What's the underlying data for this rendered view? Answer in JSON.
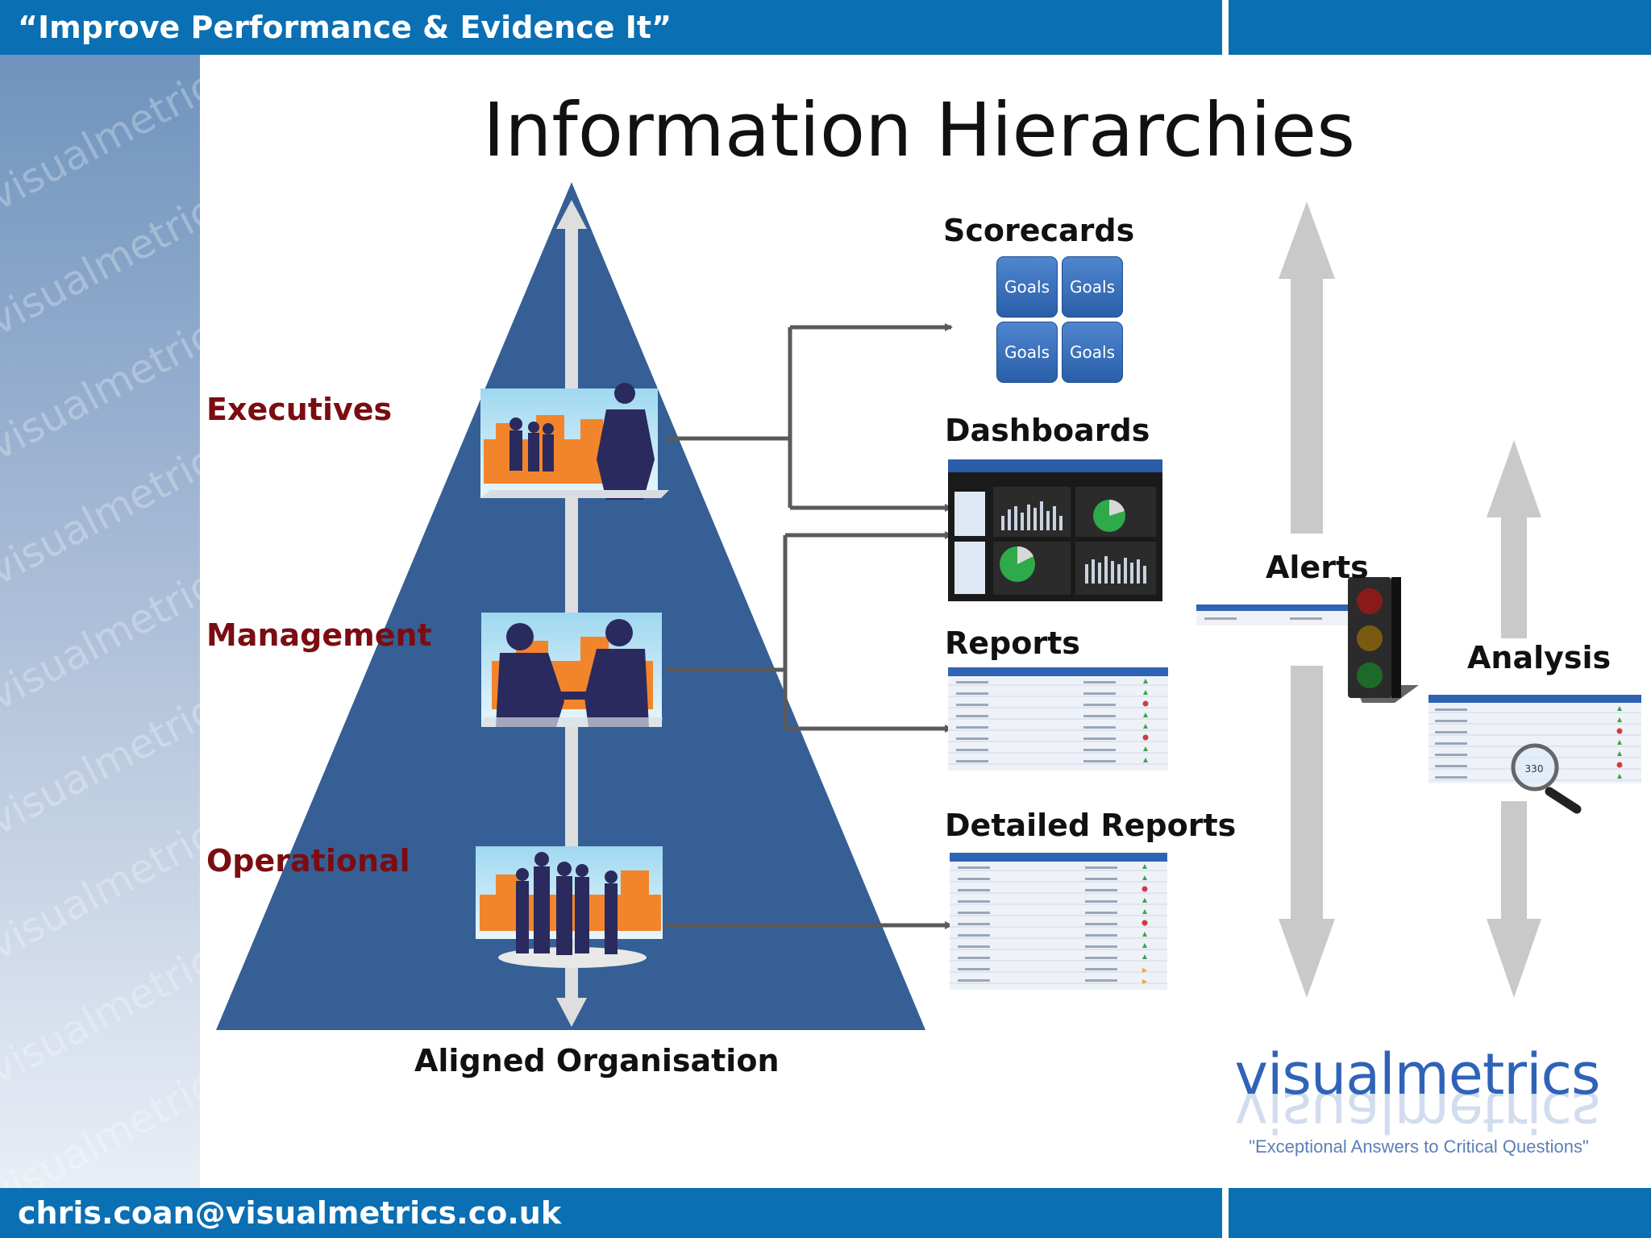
{
  "header": {
    "tagline": "“Improve Performance & Evidence It”"
  },
  "footer": {
    "email": "chris.coan@visualmetrics.co.uk"
  },
  "sidebar": {
    "watermark": "visualmetrics"
  },
  "title": "Information Hierarchies",
  "pyramid": {
    "tiers": [
      "Executives",
      "Management",
      "Operational"
    ],
    "base_label": "Aligned Organisation"
  },
  "outputs": {
    "scorecards": "Scorecards",
    "dashboards": "Dashboards",
    "reports": "Reports",
    "detailed_reports": "Detailed Reports",
    "goals": [
      "Goals",
      "Goals",
      "Goals",
      "Goals"
    ]
  },
  "alerts": "Alerts",
  "analysis": "Analysis",
  "analysis_value": "330",
  "logo": {
    "name": "visualmetrics",
    "tagline": "\"Exceptional Answers to Critical Questions\""
  },
  "colors": {
    "bar_blue": "#0a6fb3",
    "pyramid_blue": "#355f95",
    "tier_red": "#7b0d12",
    "arrow_gray": "#c7c7c7"
  }
}
